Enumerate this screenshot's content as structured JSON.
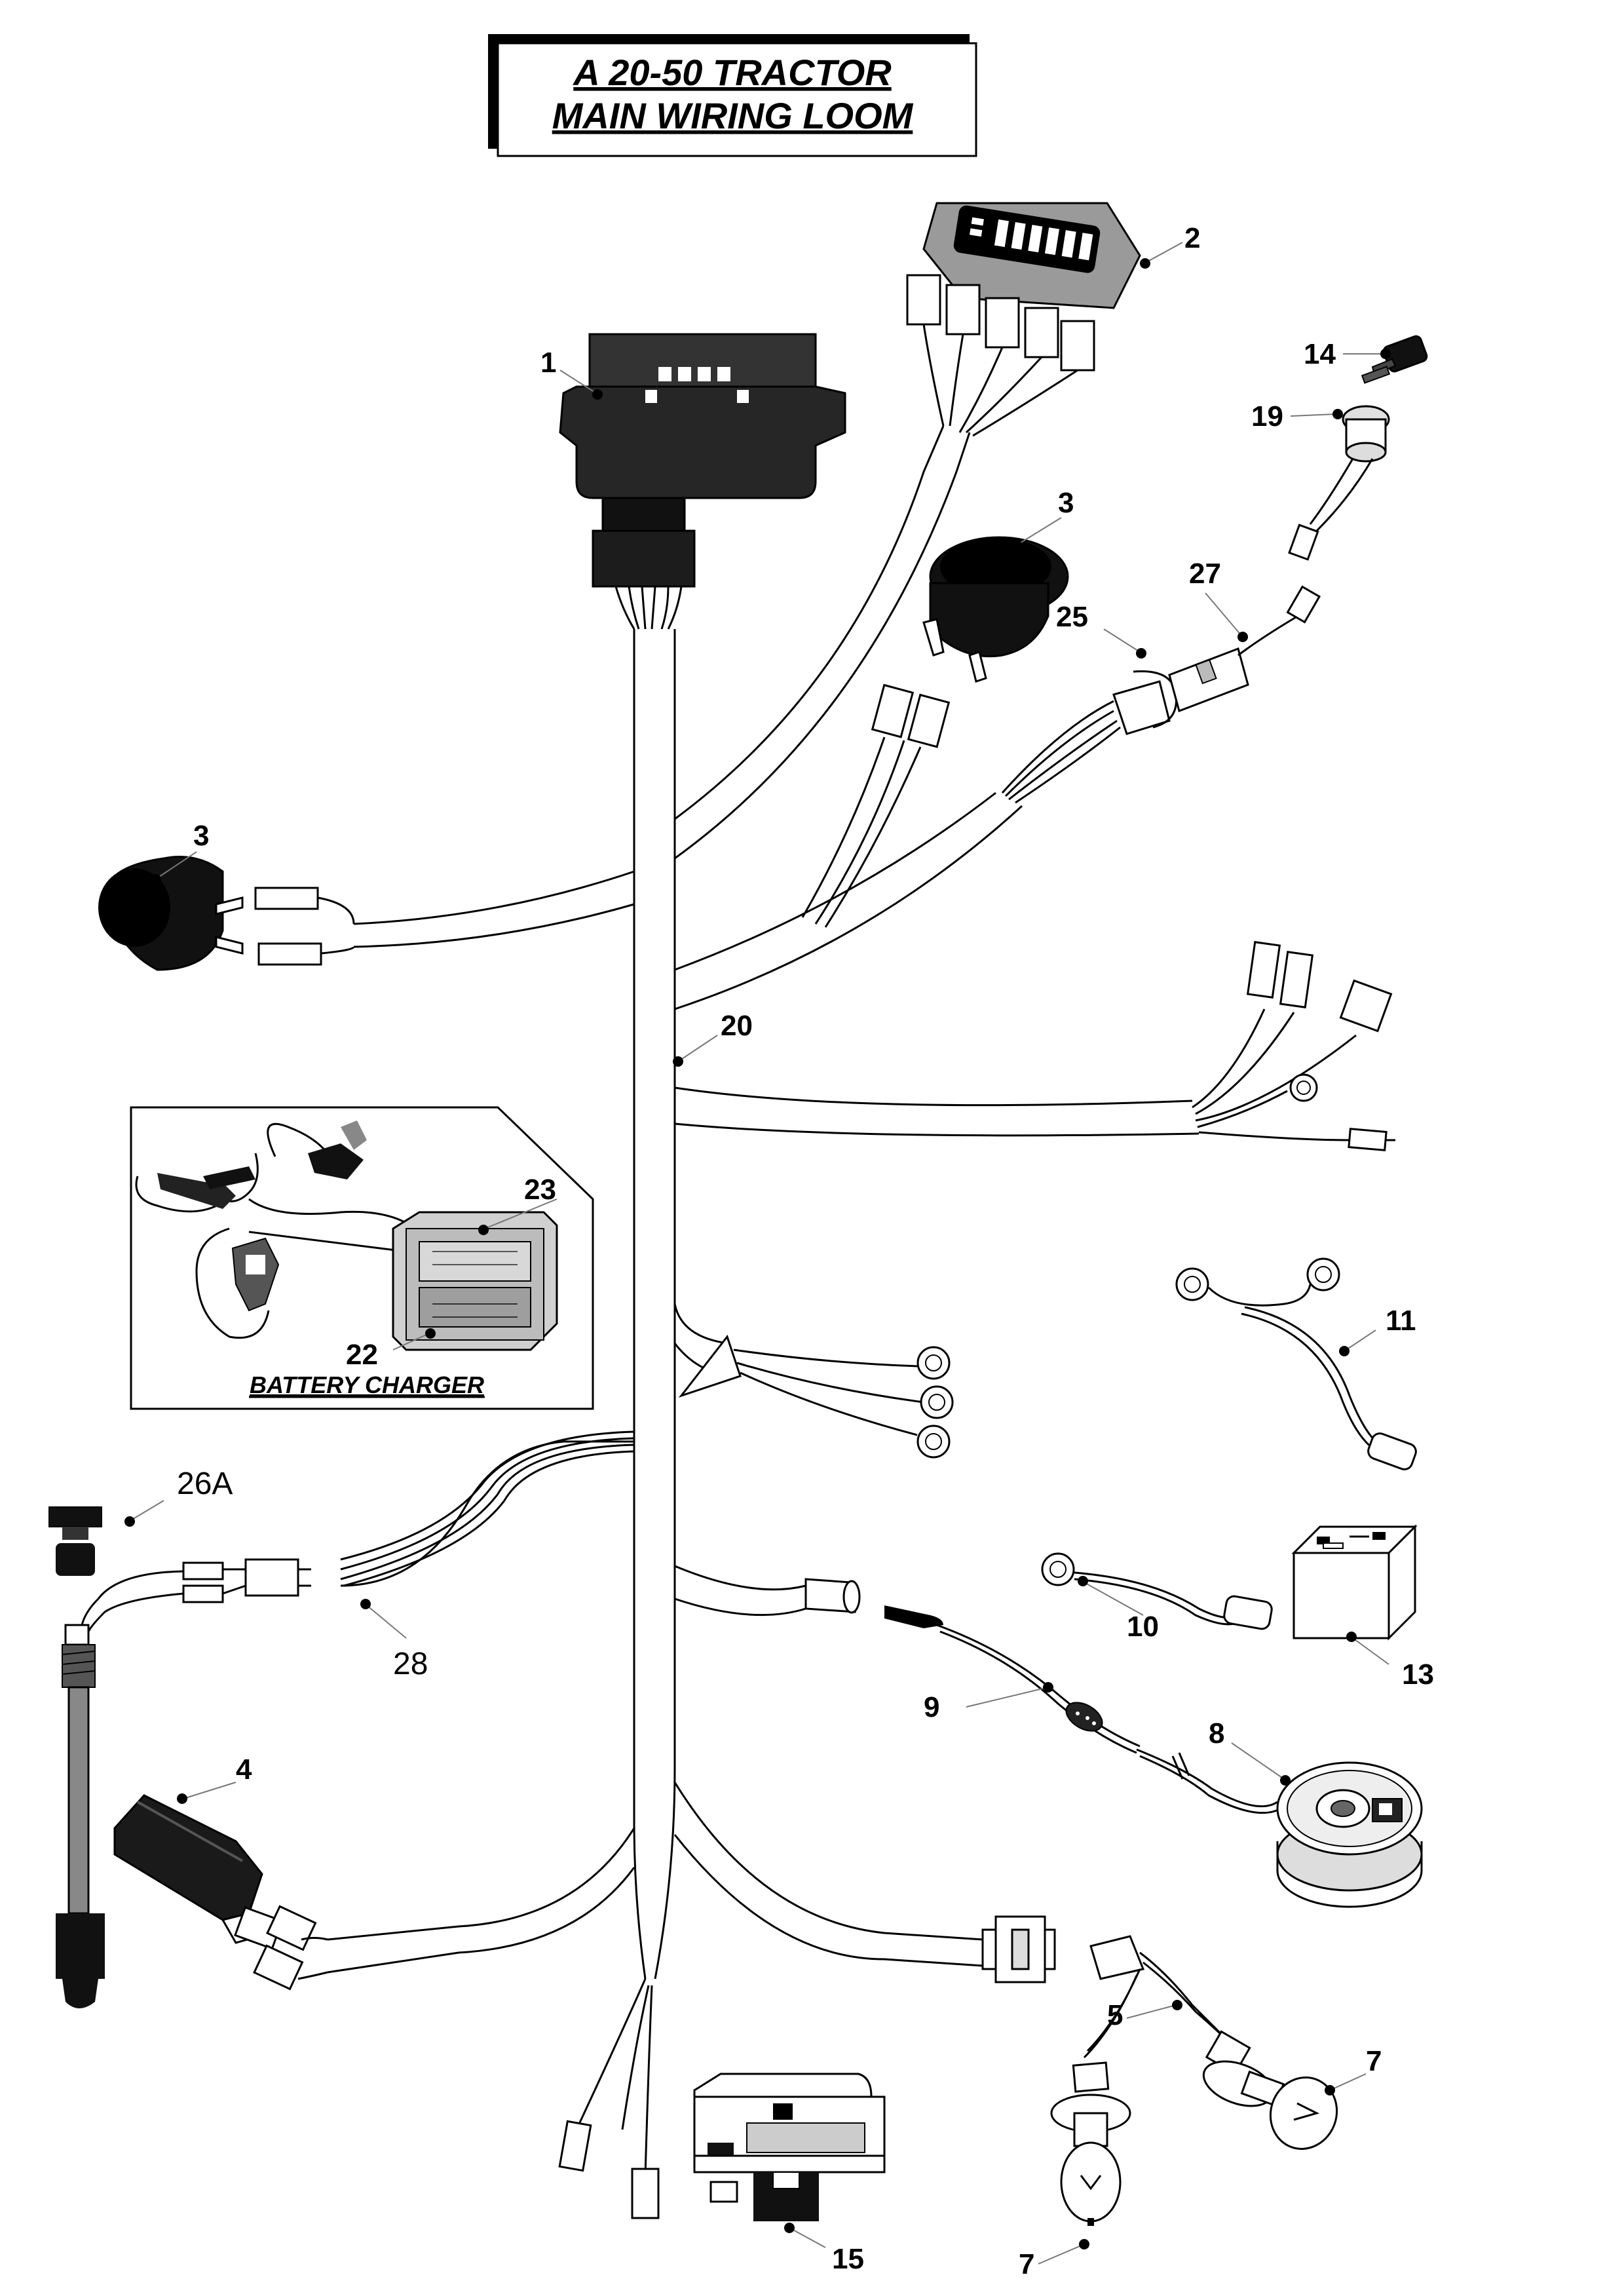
{
  "title": {
    "line1": "A 20-50 TRACTOR",
    "line2": "MAIN WIRING LOOM"
  },
  "inset": {
    "caption": "BATTERY CHARGER"
  },
  "callouts": {
    "c1": "1",
    "c2": "2",
    "c3a": "3",
    "c3b": "3",
    "c4": "4",
    "c5": "5",
    "c7a": "7",
    "c7b": "7",
    "c8": "8",
    "c9": "9",
    "c10": "10",
    "c11": "11",
    "c13": "13",
    "c14": "14",
    "c15": "15",
    "c19": "19",
    "c20": "20",
    "c22": "22",
    "c23": "23",
    "c25": "25",
    "c26a": "26A",
    "c27": "27",
    "c28": "28"
  },
  "colors": {
    "ink": "#000000",
    "part_fill": "#ffffff",
    "dark_part": "#1a1a1a",
    "grey_part": "#bdbdbd",
    "leader": "#777777"
  }
}
